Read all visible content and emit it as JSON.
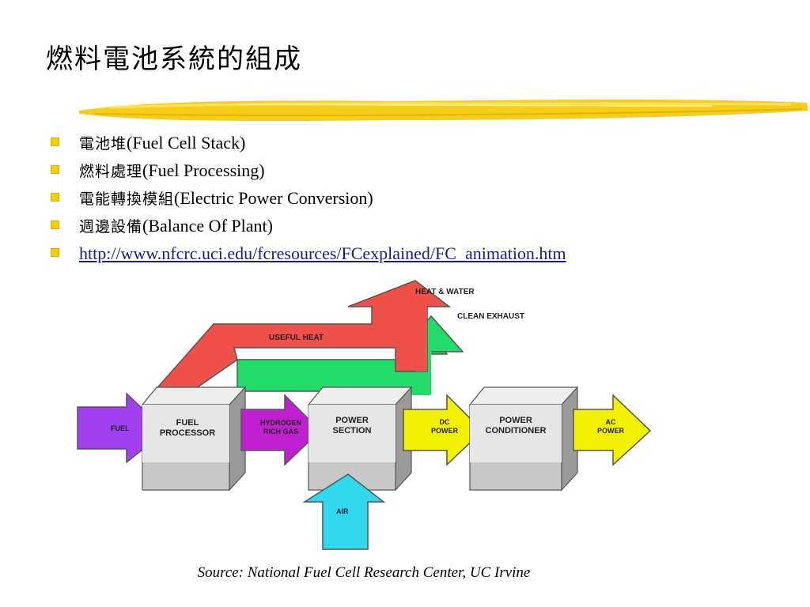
{
  "slide": {
    "title": "燃料電池系統的組成",
    "bullets": [
      {
        "zh": "電池堆",
        "en": "(Fuel Cell Stack)"
      },
      {
        "zh": "燃料處理",
        "en": "(Fuel Processing)"
      },
      {
        "zh": "電能轉換模組",
        "en": "(Electric Power Conversion)"
      },
      {
        "zh": "週邊設備",
        "en": "(Balance Of Plant)"
      }
    ],
    "link_text": "http://www.nfcrc.uci.edu/fcresources/FCexplained/FC_animation.htm",
    "caption": "Source: National Fuel Cell Research Center, UC Irvine"
  },
  "diagram": {
    "heat_water": "HEAT & WATER",
    "clean_exhaust": "CLEAN EXHAUST",
    "useful_heat": "USEFUL HEAT",
    "fuel": "FUEL",
    "fuel_processor": [
      "FUEL",
      "PROCESSOR"
    ],
    "hydrogen": [
      "HYDROGEN",
      "RICH GAS"
    ],
    "power_section": [
      "POWER",
      "SECTION"
    ],
    "dc_power": [
      "DC",
      "POWER"
    ],
    "power_conditioner": [
      "POWER",
      "CONDITIONER"
    ],
    "ac_power": [
      "AC",
      "POWER"
    ],
    "air": "AIR"
  },
  "colors": {
    "bullet": "#f5d000",
    "brush": "#f5c800",
    "red_arrow": "#f0504a",
    "green_arrow": "#22dc6a",
    "purple_arrow": "#a040f0",
    "magenta_arrow": "#c020d0",
    "yellow_arrow": "#f2f200",
    "cyan_arrow": "#30d8f0",
    "box_top": "#eeeeee",
    "box_front": "#c8c8c8",
    "box_side": "#9a9a9a"
  }
}
